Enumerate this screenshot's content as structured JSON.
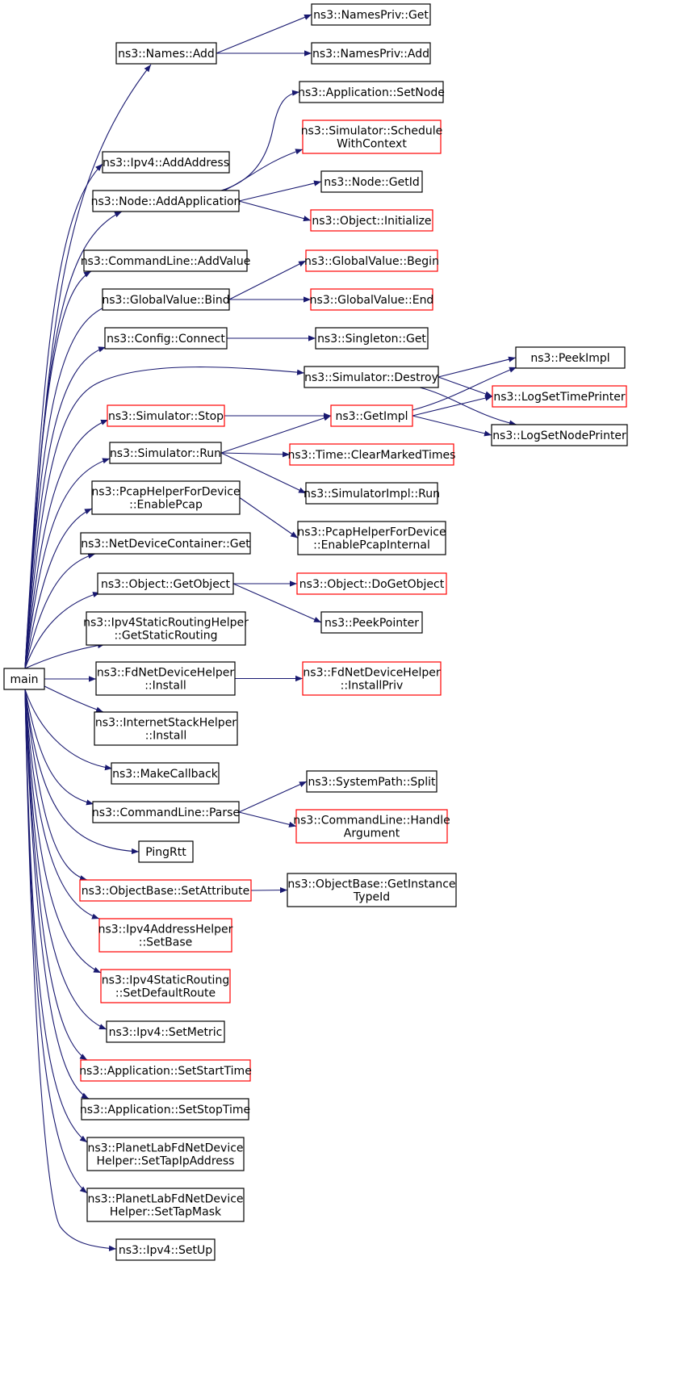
{
  "colors": {
    "edge": "#191970",
    "node_border_normal": "#000000",
    "node_border_truncated": "#ff0000",
    "root_fill": "#bfbfbf",
    "node_fill": "#ffffff"
  },
  "nodes": [
    {
      "id": "main",
      "lines": [
        "main"
      ],
      "style": "root"
    },
    {
      "id": "names_add",
      "lines": [
        "ns3::Names::Add"
      ],
      "style": "normal"
    },
    {
      "id": "namespriv_get",
      "lines": [
        "ns3::NamesPriv::Get"
      ],
      "style": "normal"
    },
    {
      "id": "namespriv_add",
      "lines": [
        "ns3::NamesPriv::Add"
      ],
      "style": "normal"
    },
    {
      "id": "ipv4_addaddress",
      "lines": [
        "ns3::Ipv4::AddAddress"
      ],
      "style": "normal"
    },
    {
      "id": "app_setnode",
      "lines": [
        "ns3::Application::SetNode"
      ],
      "style": "normal"
    },
    {
      "id": "sim_schedctx",
      "lines": [
        "ns3::Simulator::Schedule",
        "WithContext"
      ],
      "style": "truncated"
    },
    {
      "id": "node_addapp",
      "lines": [
        "ns3::Node::AddApplication"
      ],
      "style": "normal"
    },
    {
      "id": "node_getid",
      "lines": [
        "ns3::Node::GetId"
      ],
      "style": "normal"
    },
    {
      "id": "object_init",
      "lines": [
        "ns3::Object::Initialize"
      ],
      "style": "truncated"
    },
    {
      "id": "cmd_addvalue",
      "lines": [
        "ns3::CommandLine::AddValue"
      ],
      "style": "normal"
    },
    {
      "id": "gv_begin",
      "lines": [
        "ns3::GlobalValue::Begin"
      ],
      "style": "truncated"
    },
    {
      "id": "gv_bind",
      "lines": [
        "ns3::GlobalValue::Bind"
      ],
      "style": "normal"
    },
    {
      "id": "gv_end",
      "lines": [
        "ns3::GlobalValue::End"
      ],
      "style": "truncated"
    },
    {
      "id": "config_connect",
      "lines": [
        "ns3::Config::Connect"
      ],
      "style": "normal"
    },
    {
      "id": "singleton_get",
      "lines": [
        "ns3::Singleton::Get"
      ],
      "style": "normal"
    },
    {
      "id": "peekimpl",
      "lines": [
        "ns3::PeekImpl"
      ],
      "style": "normal"
    },
    {
      "id": "sim_destroy",
      "lines": [
        "ns3::Simulator::Destroy"
      ],
      "style": "normal"
    },
    {
      "id": "logsettimeprinter",
      "lines": [
        "ns3::LogSetTimePrinter"
      ],
      "style": "truncated"
    },
    {
      "id": "sim_stop",
      "lines": [
        "ns3::Simulator::Stop"
      ],
      "style": "truncated"
    },
    {
      "id": "getimpl",
      "lines": [
        "ns3::GetImpl"
      ],
      "style": "truncated"
    },
    {
      "id": "logsetnodeprinter",
      "lines": [
        "ns3::LogSetNodePrinter"
      ],
      "style": "normal"
    },
    {
      "id": "sim_run",
      "lines": [
        "ns3::Simulator::Run"
      ],
      "style": "normal"
    },
    {
      "id": "time_clearmarked",
      "lines": [
        "ns3::Time::ClearMarkedTimes"
      ],
      "style": "truncated"
    },
    {
      "id": "simimpl_run",
      "lines": [
        "ns3::SimulatorImpl::Run"
      ],
      "style": "normal"
    },
    {
      "id": "pcap_enable",
      "lines": [
        "ns3::PcapHelperForDevice",
        "::EnablePcap"
      ],
      "style": "normal"
    },
    {
      "id": "pcap_enableinternal",
      "lines": [
        "ns3::PcapHelperForDevice",
        "::EnablePcapInternal"
      ],
      "style": "normal"
    },
    {
      "id": "ndc_get",
      "lines": [
        "ns3::NetDeviceContainer::Get"
      ],
      "style": "normal"
    },
    {
      "id": "object_getobject",
      "lines": [
        "ns3::Object::GetObject"
      ],
      "style": "normal"
    },
    {
      "id": "object_dogetobject",
      "lines": [
        "ns3::Object::DoGetObject"
      ],
      "style": "truncated"
    },
    {
      "id": "peekpointer",
      "lines": [
        "ns3::PeekPointer"
      ],
      "style": "normal"
    },
    {
      "id": "ipv4srh_getstatic",
      "lines": [
        "ns3::Ipv4StaticRoutingHelper",
        "::GetStaticRouting"
      ],
      "style": "normal"
    },
    {
      "id": "fdnd_install",
      "lines": [
        "ns3::FdNetDeviceHelper",
        "::Install"
      ],
      "style": "normal"
    },
    {
      "id": "fdnd_installpriv",
      "lines": [
        "ns3::FdNetDeviceHelper",
        "::InstallPriv"
      ],
      "style": "truncated"
    },
    {
      "id": "ish_install",
      "lines": [
        "ns3::InternetStackHelper",
        "::Install"
      ],
      "style": "normal"
    },
    {
      "id": "makecallback",
      "lines": [
        "ns3::MakeCallback"
      ],
      "style": "normal"
    },
    {
      "id": "syspath_split",
      "lines": [
        "ns3::SystemPath::Split"
      ],
      "style": "normal"
    },
    {
      "id": "cmd_parse",
      "lines": [
        "ns3::CommandLine::Parse"
      ],
      "style": "normal"
    },
    {
      "id": "cmd_handlearg",
      "lines": [
        "ns3::CommandLine::Handle",
        "Argument"
      ],
      "style": "truncated"
    },
    {
      "id": "pingrtt",
      "lines": [
        "PingRtt"
      ],
      "style": "normal"
    },
    {
      "id": "ob_setattr",
      "lines": [
        "ns3::ObjectBase::SetAttribute"
      ],
      "style": "truncated"
    },
    {
      "id": "ob_getinstance",
      "lines": [
        "ns3::ObjectBase::GetInstance",
        "TypeId"
      ],
      "style": "normal"
    },
    {
      "id": "ipv4ah_setbase",
      "lines": [
        "ns3::Ipv4AddressHelper",
        "::SetBase"
      ],
      "style": "truncated"
    },
    {
      "id": "ipv4sr_setdefault",
      "lines": [
        "ns3::Ipv4StaticRouting",
        "::SetDefaultRoute"
      ],
      "style": "truncated"
    },
    {
      "id": "ipv4_setmetric",
      "lines": [
        "ns3::Ipv4::SetMetric"
      ],
      "style": "normal"
    },
    {
      "id": "app_setstart",
      "lines": [
        "ns3::Application::SetStartTime"
      ],
      "style": "truncated"
    },
    {
      "id": "app_setstop",
      "lines": [
        "ns3::Application::SetStopTime"
      ],
      "style": "normal"
    },
    {
      "id": "plfd_settapip",
      "lines": [
        "ns3::PlanetLabFdNetDevice",
        "Helper::SetTapIpAddress"
      ],
      "style": "normal"
    },
    {
      "id": "plfd_settapmask",
      "lines": [
        "ns3::PlanetLabFdNetDevice",
        "Helper::SetTapMask"
      ],
      "style": "normal"
    },
    {
      "id": "ipv4_setup",
      "lines": [
        "ns3::Ipv4::SetUp"
      ],
      "style": "normal"
    }
  ],
  "edges": [
    [
      "main",
      "names_add"
    ],
    [
      "names_add",
      "namespriv_get"
    ],
    [
      "names_add",
      "namespriv_add"
    ],
    [
      "main",
      "ipv4_addaddress"
    ],
    [
      "main",
      "node_addapp"
    ],
    [
      "node_addapp",
      "app_setnode"
    ],
    [
      "node_addapp",
      "sim_schedctx"
    ],
    [
      "node_addapp",
      "node_getid"
    ],
    [
      "node_addapp",
      "object_init"
    ],
    [
      "main",
      "cmd_addvalue"
    ],
    [
      "main",
      "gv_bind"
    ],
    [
      "gv_bind",
      "gv_begin"
    ],
    [
      "gv_bind",
      "gv_end"
    ],
    [
      "main",
      "config_connect"
    ],
    [
      "config_connect",
      "singleton_get"
    ],
    [
      "main",
      "sim_destroy"
    ],
    [
      "sim_destroy",
      "peekimpl"
    ],
    [
      "sim_destroy",
      "logsettimeprinter"
    ],
    [
      "sim_destroy",
      "logsetnodeprinter"
    ],
    [
      "main",
      "sim_stop"
    ],
    [
      "sim_stop",
      "getimpl"
    ],
    [
      "getimpl",
      "peekimpl"
    ],
    [
      "getimpl",
      "logsettimeprinter"
    ],
    [
      "getimpl",
      "logsetnodeprinter"
    ],
    [
      "main",
      "sim_run"
    ],
    [
      "sim_run",
      "getimpl"
    ],
    [
      "sim_run",
      "time_clearmarked"
    ],
    [
      "sim_run",
      "simimpl_run"
    ],
    [
      "main",
      "pcap_enable"
    ],
    [
      "pcap_enable",
      "pcap_enableinternal"
    ],
    [
      "main",
      "ndc_get"
    ],
    [
      "main",
      "object_getobject"
    ],
    [
      "object_getobject",
      "object_dogetobject"
    ],
    [
      "object_getobject",
      "peekpointer"
    ],
    [
      "main",
      "ipv4srh_getstatic"
    ],
    [
      "main",
      "fdnd_install"
    ],
    [
      "fdnd_install",
      "fdnd_installpriv"
    ],
    [
      "main",
      "ish_install"
    ],
    [
      "main",
      "makecallback"
    ],
    [
      "main",
      "cmd_parse"
    ],
    [
      "cmd_parse",
      "syspath_split"
    ],
    [
      "cmd_parse",
      "cmd_handlearg"
    ],
    [
      "main",
      "pingrtt"
    ],
    [
      "main",
      "ob_setattr"
    ],
    [
      "ob_setattr",
      "ob_getinstance"
    ],
    [
      "main",
      "ipv4ah_setbase"
    ],
    [
      "main",
      "ipv4sr_setdefault"
    ],
    [
      "main",
      "ipv4_setmetric"
    ],
    [
      "main",
      "app_setstart"
    ],
    [
      "main",
      "app_setstop"
    ],
    [
      "main",
      "plfd_settapip"
    ],
    [
      "main",
      "plfd_settapmask"
    ],
    [
      "main",
      "ipv4_setup"
    ]
  ]
}
